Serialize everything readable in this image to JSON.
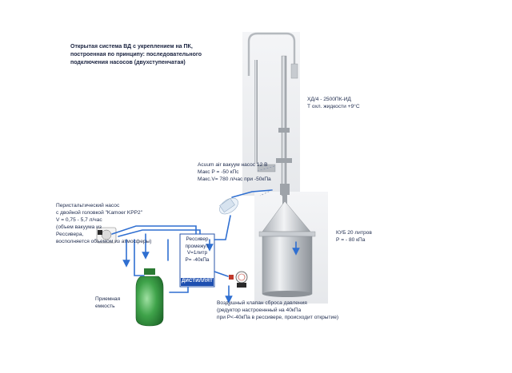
{
  "title": {
    "lines": [
      "Открытая система ВД с укреплением на ПК,",
      "построенная по принципу: последовательного",
      "подключения насосов (двухступенчатая)"
    ]
  },
  "column_label": {
    "lines": [
      "ХД/4 - 2500ПК-ИД",
      "Т охл. жидкости +9°С"
    ]
  },
  "vacuum_pump_label": {
    "lines": [
      "Acuum air вакуум насос 12 В",
      "Макс Р = -50 кПс",
      "Макс.V= 780 л/час при -50кПа"
    ]
  },
  "peristaltic_pump_label": {
    "lines": [
      "Перистальтический насос",
      "с двойной головкой \"Kamoer KPP2\"",
      "V = 0,75 - 5,7 л/час",
      "(объем вакуума из",
      "Рессивера,",
      "восполняется объемом из атмосферы)"
    ]
  },
  "cube_label": {
    "lines": [
      "КУБ 20 литров",
      "Р = - 80 кПа"
    ]
  },
  "receiver_label": {
    "lines": [
      "Рессивер",
      "промежут.",
      "V=1литр",
      "Р= -40кПа"
    ],
    "distillate": "ДИСТИЛЛЯТ"
  },
  "receiving_vessel_label": {
    "lines": [
      "Приемная",
      "емкость"
    ]
  },
  "relief_valve_label": {
    "lines": [
      "Воздушный клапан сброса давления",
      "(редуктор настроеннный на 40кПа",
      "при Р<-40кПа в рессивере, происходит открытие)"
    ]
  },
  "colors": {
    "tube": "#2f6fd1",
    "receiver_border": "#2a55a8",
    "distillate_fill": "#1e4fb0",
    "bottle_green": "#3fa34a",
    "steel": "#c9ccd0",
    "text": "#1e2b4d"
  }
}
